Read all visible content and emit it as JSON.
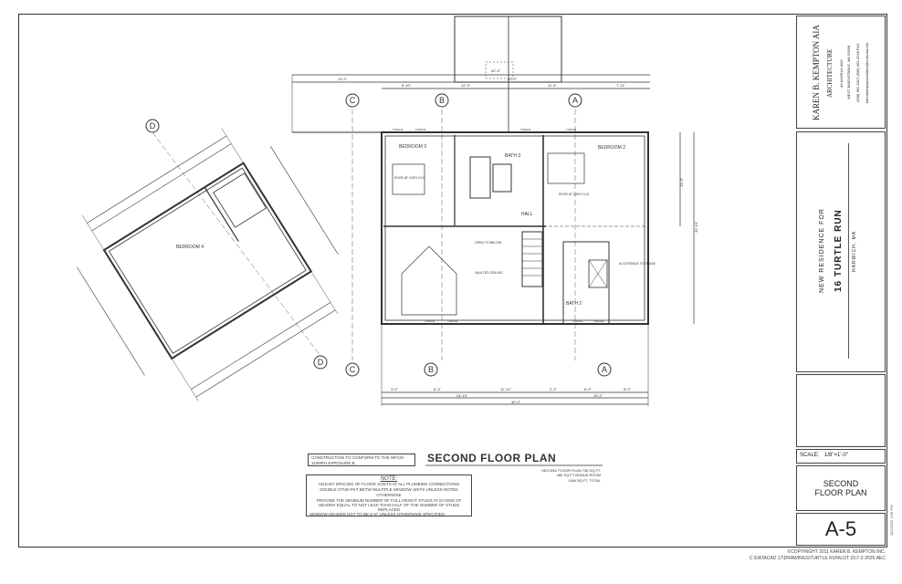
{
  "title_block": {
    "architect_name": "KAREN B. KEMPTON AIA",
    "architect_discipline": "ARCHITECTURE",
    "address_line1": "43 ANGELA WAY",
    "address_line2": "WEST BARNSTABLE, MA 02668",
    "phone": "(508) 362-3417  (508) 362-3228 FAX",
    "email": "karenkemptonarchitect@comcast.net",
    "project_prefix": "NEW RESIDENCE FOR",
    "project_name": "16 TURTLE RUN",
    "project_location": "HARWICH, MA",
    "scale_label": "SCALE:",
    "scale_value": "1/8\"=1'-0\"",
    "sheet_title": "SECOND FLOOR PLAN",
    "sheet_number": "A-5",
    "print_date": "11/2/2025 3:05 PM"
  },
  "drawing": {
    "title": "SECOND FLOOR PLAN",
    "code_note": "CONSTRUCTION TO CONFORM TO THE WFCM 110MPH EXPOSURE B",
    "note_heading": "NOTE:",
    "notes": [
      "ADJUST SPACING OF FLOOR JOISTS AT ALL PLUMBING CONNECTIONS",
      "DOUBLE STUD-PKT BETW MULTIPLE WINDOW UNITS UNLESS NOTED OTHERWISE",
      "PROVIDE THE MINIMUM NUMBER OF FULL HEIGHT STUDS AT EA END OF HEADER EQUAL TO NOT LESS THAN HALF OF THE NUMBER OF STUDS REPLACED",
      "WINDOW HEADER HGT TO BE 6'-8\" UNLESS OTHERWISE SPECIFIED"
    ],
    "area_lines": [
      "SECOND FLOOR PLAN 736 SQ.FT.",
      "450 SQ.FT BONUS ROOM",
      "1186 SQ.FT. TOTAL"
    ],
    "rooms": {
      "bedroom3": "BEDROOM 3",
      "bedroom2": "BEDROOM 2",
      "bedroom4": "BEDROOM 4",
      "bath3": "BATH 3",
      "bath2": "BATH 2",
      "hall": "HALL",
      "vaulted": "VAULTED CEILING",
      "open": "OPEN TO BELOW",
      "storage": "ACCESSIBLE STORAGE",
      "ceiling3": "EDGE AT CATH CLG",
      "ceiling2": "EDGE AT CATH CLG"
    },
    "grid_markers": [
      "A",
      "B",
      "C",
      "D"
    ],
    "dims_top": [
      "13'-2\"",
      "42'-0\"",
      "6'-10\"",
      "12'-9\"",
      "11'-4\"",
      "7'-11\"",
      "32'-3\""
    ],
    "dims_bottom": [
      "3'-0\"",
      "8'-3\"",
      "11'-10\"",
      "2'-2\"",
      "8'-0\"",
      "5'-0\"",
      "24'-10\"",
      "15'-2\"",
      "40'-0\""
    ],
    "dims_right": [
      "12'-6\"",
      "32'-10\""
    ],
    "window_tags": [
      "TW2442",
      "TW2442",
      "TW2442",
      "TW2442",
      "TW2442",
      "TW2442",
      "TW2442",
      "TW2442"
    ]
  },
  "footer": {
    "copyright": "©COPYRIGHT 2011 KAREN B. KEMPTON INC.",
    "file_path": "C:\\DATACAD 17\\DRAWINGS\\TURTLE RUN\\LOT 31\\7-2-2025.AEC"
  }
}
